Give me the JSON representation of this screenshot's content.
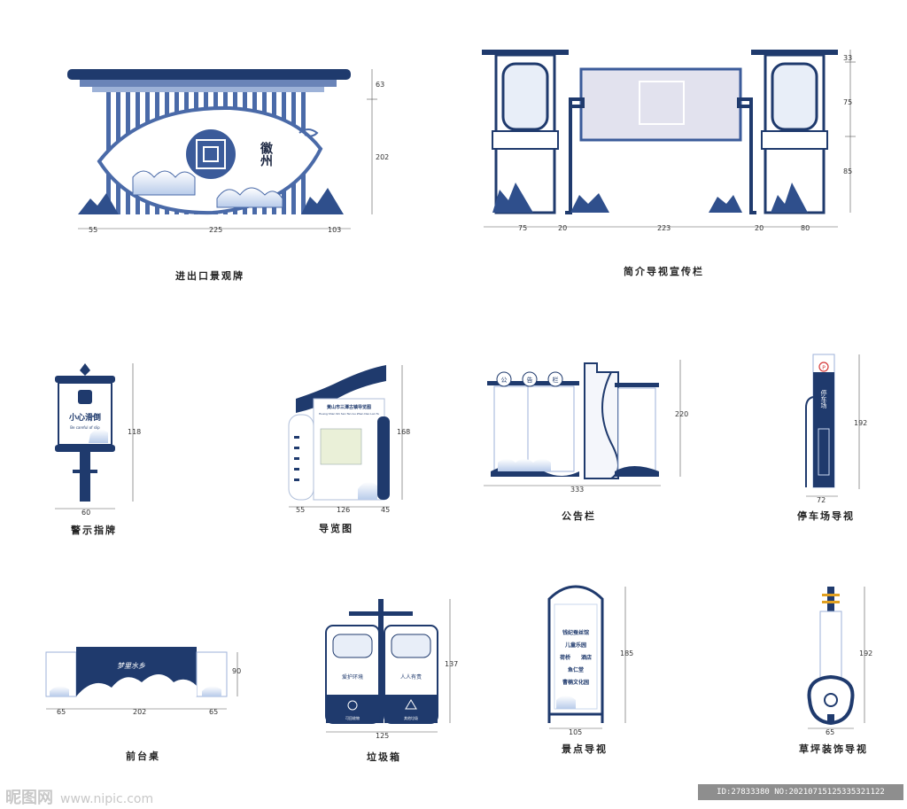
{
  "items": [
    {
      "caption": "进出口景观牌",
      "title_vertical": "徽州",
      "dims": {
        "left": "55",
        "width": "225",
        "right": "103",
        "top": "63",
        "height": "202"
      }
    },
    {
      "caption": "简介导视宣传栏",
      "dims": {
        "w1": "75",
        "g1": "20",
        "mid": "223",
        "g2": "20",
        "w2": "80",
        "h1": "33",
        "h2": "75",
        "h3": "85"
      }
    },
    {
      "caption": "警示指牌",
      "sign_text": "小心滑倒",
      "sign_sub": "Be careful of slip",
      "dims": {
        "width": "60",
        "height": "118"
      }
    },
    {
      "caption": "导览图",
      "map_title": "黄山市三潭古镇导览图",
      "map_sub": "Huang Shan Shi San Tan Gu Zhen Dao Lan Tu",
      "dims": {
        "left": "55",
        "mid": "126",
        "right": "45",
        "height": "168"
      }
    },
    {
      "caption": "公告栏",
      "board_title": [
        "公",
        "告",
        "栏"
      ],
      "dims": {
        "width": "333",
        "height": "220"
      }
    },
    {
      "caption": "停车场导视",
      "parking_text": "停车场",
      "parking_icon": "P",
      "dims": {
        "width": "72",
        "height": "192"
      }
    },
    {
      "caption": "前台桌",
      "desk_text": "梦里水乡",
      "dims": {
        "left": "65",
        "mid": "202",
        "right": "65",
        "height": "90"
      }
    },
    {
      "caption": "垃圾箱",
      "bin_text_left": "爱护环境",
      "bin_text_right": "人人有责",
      "bin_label_left": "可回收物",
      "bin_label_right": "其他垃圾",
      "dims": {
        "width": "125",
        "height": "137"
      }
    },
    {
      "caption": "景点导视",
      "spots": [
        "钱纪蚕丝馆",
        "儿童乐园",
        "荷桥",
        "酒店",
        "鱼仁堂",
        "曹楠文化园"
      ],
      "dims": {
        "width": "105",
        "height": "185"
      }
    },
    {
      "caption": "草坪装饰导视",
      "dims": {
        "width": "65",
        "height": "192"
      }
    }
  ],
  "watermark": {
    "logo": "昵图网",
    "url": "www.nipic.com"
  },
  "id_text": "ID:27833380 NO:20210715125335321122",
  "colors": {
    "navy": "#1f3a6d",
    "blue": "#4a6aa8",
    "light": "#c9d7ee",
    "pale": "#e8eef8"
  }
}
